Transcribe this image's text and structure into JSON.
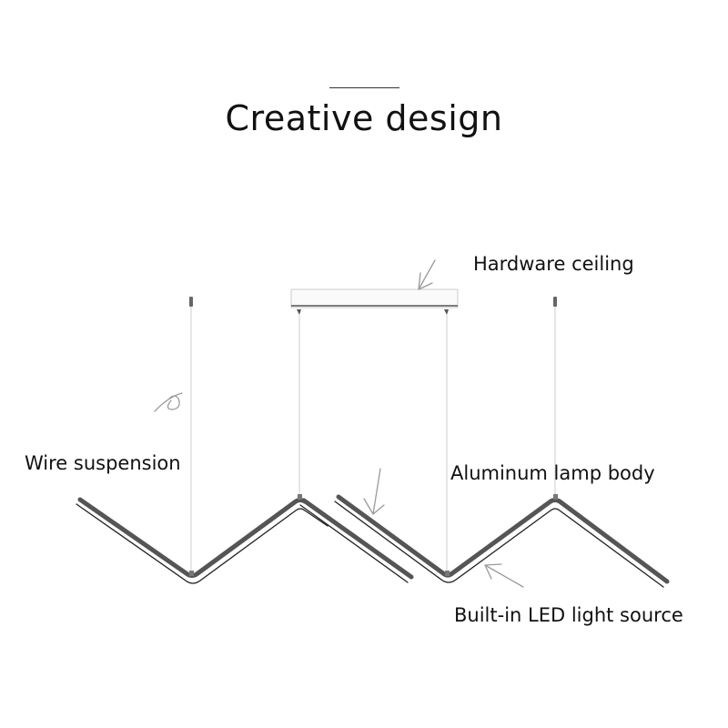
{
  "title": "Creative design",
  "labels": {
    "hardware_ceiling": "Hardware ceiling",
    "wire_suspension": "Wire suspension",
    "aluminum_lamp_body": "Aluminum lamp body",
    "led_light_source": "Built-in LED light source"
  },
  "colors": {
    "line": "#222222",
    "wire": "#d8d8d8",
    "arrow": "#9a9a9a"
  }
}
